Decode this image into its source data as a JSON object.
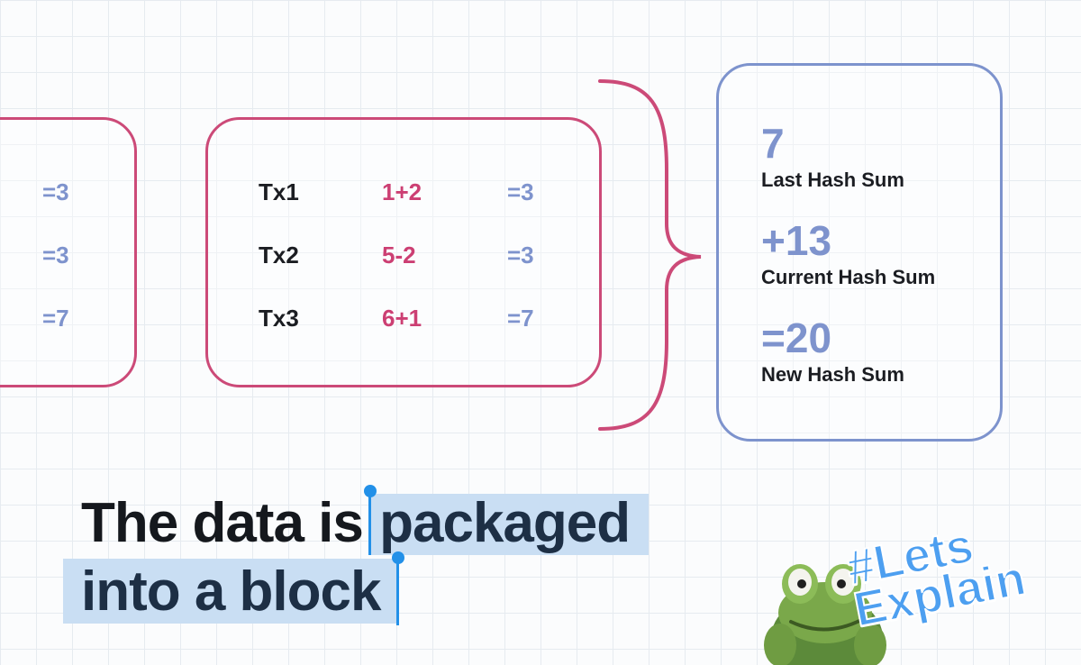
{
  "left_block": {
    "results": [
      "=3",
      "=3",
      "=7"
    ]
  },
  "middle_block": {
    "rows": [
      {
        "tx": "Tx1",
        "formula": "1+2",
        "result": "=3"
      },
      {
        "tx": "Tx2",
        "formula": "5-2",
        "result": "=3"
      },
      {
        "tx": "Tx3",
        "formula": "6+1",
        "result": "=7"
      }
    ]
  },
  "hash_block": {
    "items": [
      {
        "value": "7",
        "label": "Last Hash Sum"
      },
      {
        "value": "+13",
        "label": "Current Hash Sum"
      },
      {
        "value": "=20",
        "label": "New Hash Sum"
      }
    ]
  },
  "caption": {
    "line1_plain": "The data is",
    "line1_highlight": "packaged",
    "line2": "into a block"
  },
  "badge": {
    "line1": "#Lets",
    "line2": "Explain",
    "mascot": "frog-mascot"
  },
  "colors": {
    "tx_border": "#cc4a78",
    "formula": "#cc3f73",
    "hash_border": "#7d93cd",
    "result": "#7e93cd",
    "highlight": "#c9def3",
    "caret": "#2290e8"
  }
}
